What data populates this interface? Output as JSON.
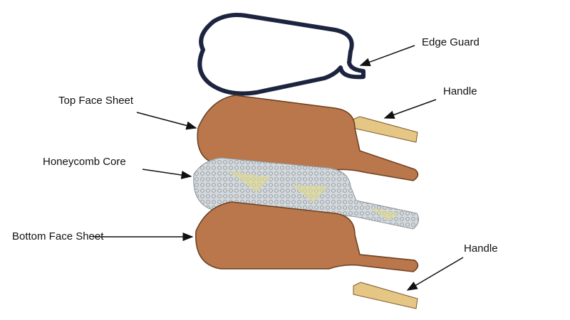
{
  "title": "Exploded view of paddle construction",
  "labels": {
    "edge_guard": "Edge Guard",
    "handle_top": "Handle",
    "top_face_sheet": "Top Face Sheet",
    "honeycomb_core": "Honeycomb Core",
    "bottom_face_sheet": "Bottom Face Sheet",
    "handle_bottom": "Handle"
  },
  "colors": {
    "edge_guard": "#1c2440",
    "face_sheet": "#b9774b",
    "face_sheet_edge": "#6b3f22",
    "honeycomb": "#c9cfd3",
    "honeycomb_accent": "#e3dc8a",
    "handle": "#e6c685",
    "arrow": "#111111"
  }
}
